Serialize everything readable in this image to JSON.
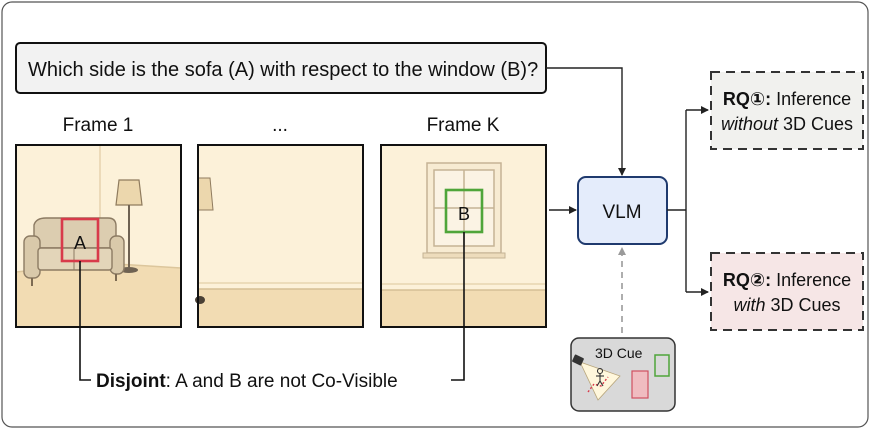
{
  "question": "Which side is the sofa (A) with respect to the window (B)?",
  "frames": [
    {
      "label": "Frame 1"
    },
    {
      "label": "..."
    },
    {
      "label": "Frame K"
    }
  ],
  "objects": {
    "a_label": "A",
    "b_label": "B"
  },
  "model": {
    "label": "VLM"
  },
  "cue": {
    "label": "3D Cue"
  },
  "disjoint": {
    "bold": "Disjoint",
    "rest": ": A and B are not Co-Visible"
  },
  "rq1": {
    "bold": "RQ①:",
    "line1_rest": " Inference",
    "line2_em": "without",
    "line2_rest": " 3D Cues"
  },
  "rq2": {
    "bold": "RQ②:",
    "line1_rest": " Inference",
    "line2_em": "with",
    "line2_rest": " 3D Cues"
  },
  "colors": {
    "box_a": "#d83a4a",
    "box_b": "#4fa53a",
    "vlm_fill": "#e4ecfb",
    "vlm_stroke": "#1f3a6e",
    "rq1_fill": "#f1f1ee",
    "rq2_fill": "#f6e6e6",
    "scene_wall": "#fcf1d9",
    "scene_floor": "#f4dfb9"
  }
}
